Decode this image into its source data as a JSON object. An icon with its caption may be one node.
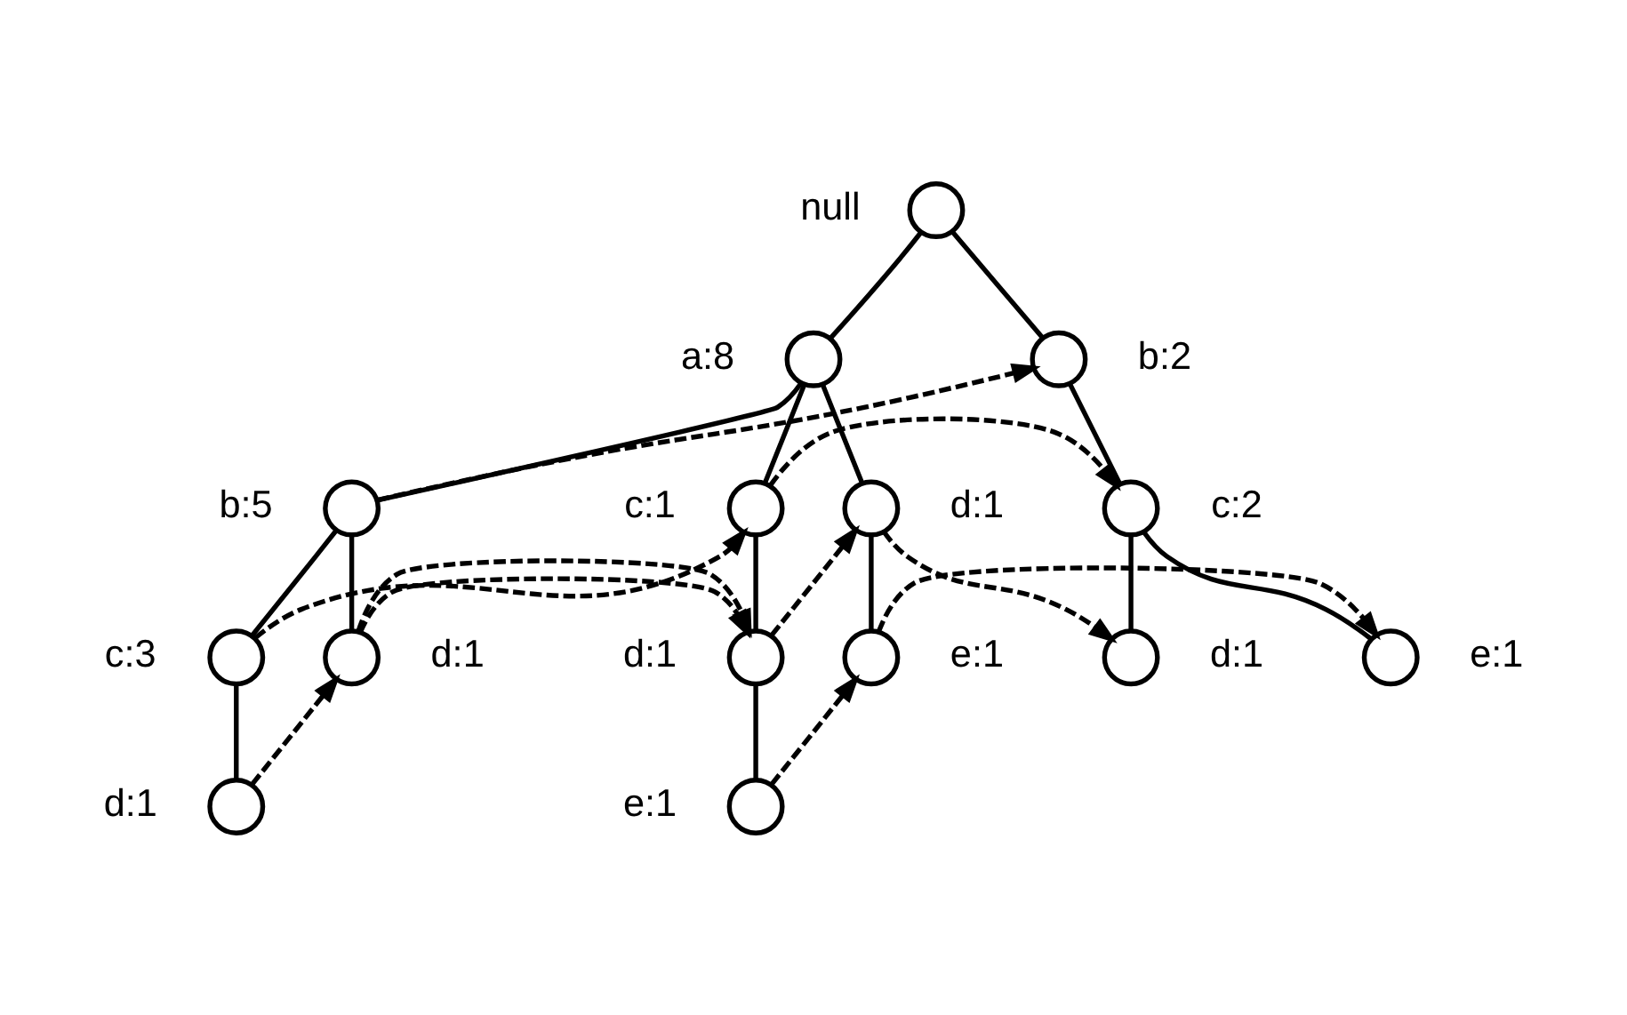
{
  "diagram": {
    "nodes": [
      {
        "text": [],
        "shape": "circle",
        "beside": [
          "null"
        ]
      },
      {
        "text": [],
        "shape": "circle",
        "beside": [
          "a:8"
        ]
      },
      {
        "text": [],
        "shape": "circle",
        "beside": [
          "b:2"
        ]
      },
      {
        "text": [],
        "shape": "circle",
        "beside": [
          "b:5"
        ]
      },
      {
        "text": [],
        "shape": "circle",
        "beside": [
          "c:2"
        ]
      },
      {
        "text": [],
        "shape": "circle",
        "beside": [
          "c:1"
        ]
      },
      {
        "text": [],
        "shape": "circle",
        "beside": [
          "d:1"
        ]
      },
      {
        "text": [],
        "shape": "circle",
        "beside": [
          "c:3"
        ]
      },
      {
        "text": [],
        "shape": "circle",
        "beside": [
          "d:1"
        ]
      },
      {
        "text": [],
        "shape": "circle",
        "beside": [
          "d:1"
        ]
      },
      {
        "text": [],
        "shape": "circle",
        "beside": [
          "d:1"
        ]
      },
      {
        "text": [],
        "shape": "circle",
        "beside": [
          "e:1"
        ]
      },
      {
        "text": [],
        "shape": "circle",
        "beside": [
          "e:1"
        ]
      },
      {
        "text": [],
        "shape": "circle",
        "beside": [
          "d:1"
        ]
      },
      {
        "text": [],
        "shape": "circle",
        "beside": [
          "e:1"
        ]
      }
    ],
    "edges": [
      {
        "from": 0,
        "to": 1,
        "arrow": "none"
      },
      {
        "from": 0,
        "to": 2,
        "arrow": "none"
      },
      {
        "from": 1,
        "to": 3,
        "arrow": "none"
      },
      {
        "from": 1,
        "to": 5,
        "arrow": "none"
      },
      {
        "from": 1,
        "to": 6,
        "arrow": "none"
      },
      {
        "from": 2,
        "to": 4,
        "arrow": "none"
      },
      {
        "from": 3,
        "to": 7,
        "arrow": "none"
      },
      {
        "from": 3,
        "to": 8,
        "arrow": "none"
      },
      {
        "from": 4,
        "to": 9,
        "arrow": "none"
      },
      {
        "from": 4,
        "to": 11,
        "arrow": "none"
      },
      {
        "from": 5,
        "to": 10,
        "arrow": "none"
      },
      {
        "from": 6,
        "to": 12,
        "arrow": "none"
      },
      {
        "from": 7,
        "to": 13,
        "arrow": "none"
      },
      {
        "from": 10,
        "to": 14,
        "arrow": "none"
      },
      {
        "from": 3,
        "to": 2,
        "arrow": "to",
        "style": "dashed"
      },
      {
        "from": 7,
        "to": 5,
        "arrow": "to",
        "style": "dashed"
      },
      {
        "from": 5,
        "to": 4,
        "arrow": "to",
        "style": "dashed"
      },
      {
        "from": 13,
        "to": 8,
        "arrow": "to",
        "style": "dashed"
      },
      {
        "from": 8,
        "to": 10,
        "arrow": "to",
        "style": "dashed"
      },
      {
        "from": 10,
        "to": 6,
        "arrow": "to",
        "style": "dashed"
      },
      {
        "from": 6,
        "to": 9,
        "arrow": "to",
        "style": "dashed"
      },
      {
        "from": 14,
        "to": 12,
        "arrow": "to",
        "style": "dashed"
      },
      {
        "from": 12,
        "to": 11,
        "arrow": "to",
        "style": "dashed"
      }
    ]
  }
}
